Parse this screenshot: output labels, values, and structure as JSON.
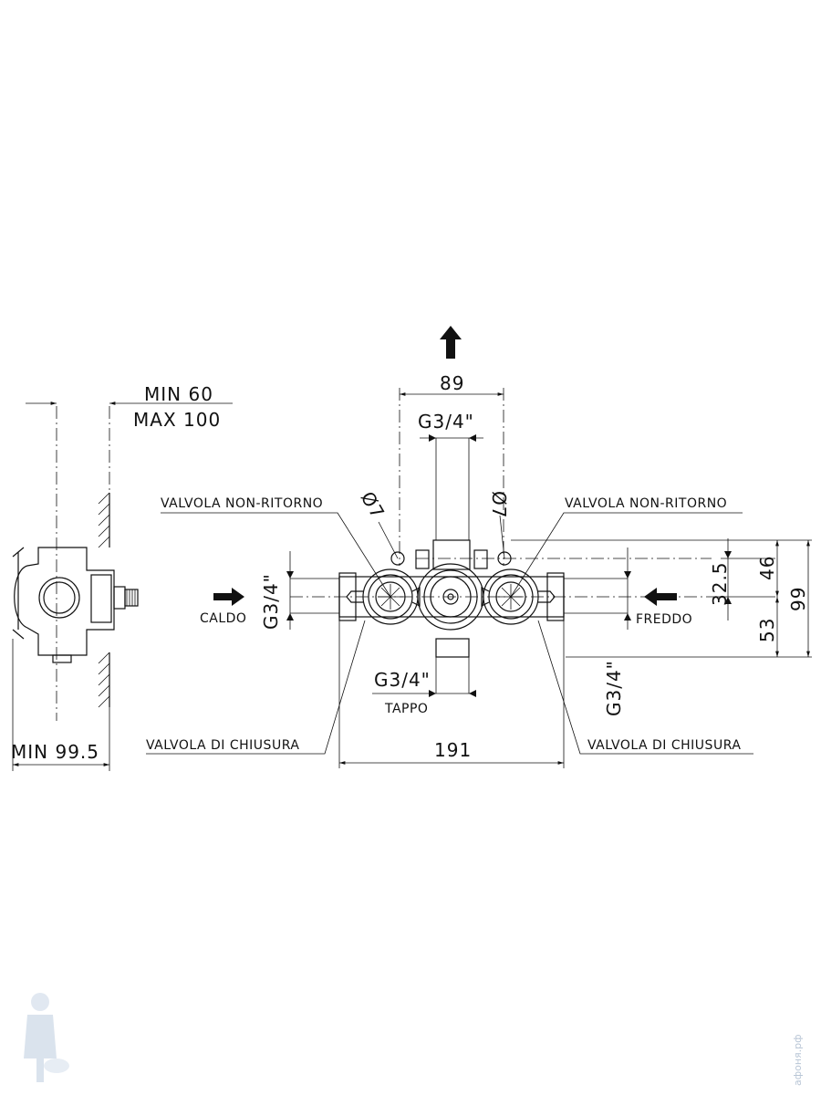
{
  "dimensions": {
    "min_depth": "MIN  60",
    "max_depth": "MAX  100",
    "min_width": "MIN  99.5",
    "centers": "89",
    "top_outlet": "G3/4\"",
    "width": "191",
    "left_inlet": "G3/4\"",
    "bottom_plug": "G3/4\"",
    "right_outlet": "G3/4\"",
    "h_32_5": "32.5",
    "h_46": "46",
    "h_53": "53",
    "h_99": "99",
    "phi_left": "Ø7",
    "phi_right": "Ø7"
  },
  "labels": {
    "check_valve_left": "VALVOLA  NON-RITORNO",
    "check_valve_right": "VALVOLA  NON-RITORNO",
    "hot": "CALDO",
    "cold": "FREDDO",
    "plug": "TAPPO",
    "shutoff_left": "VALVOLA  DI  CHIUSURA",
    "shutoff_right": "VALVOLA  DI  CHIUSURA"
  },
  "watermark": "афоня.рф"
}
